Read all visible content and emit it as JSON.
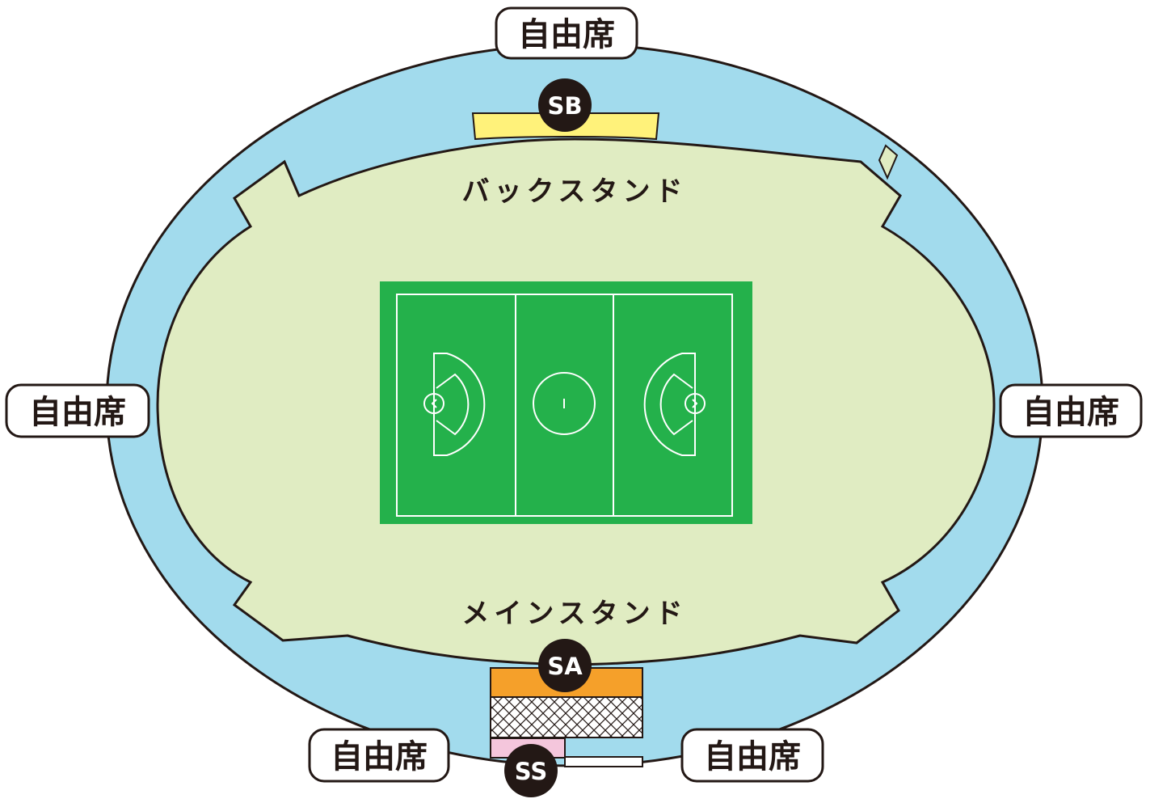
{
  "stands": {
    "back": "バックスタンド",
    "main": "メインスタンド"
  },
  "seat_tags": {
    "top": "自由席",
    "left": "自由席",
    "right": "自由席",
    "bottom_left": "自由席",
    "bottom_right": "自由席"
  },
  "badges": {
    "sb": "SB",
    "sa": "SA",
    "ss": "SS"
  },
  "colors": {
    "outer_ring": "#a2dbed",
    "field_area": "#e0ecc2",
    "pitch": "#24b14b",
    "sb_zone": "#fff27a",
    "sa_zone": "#f5a02a",
    "ss_zone": "#f4c6dc",
    "outline": "#231815",
    "badge": "#231815"
  }
}
